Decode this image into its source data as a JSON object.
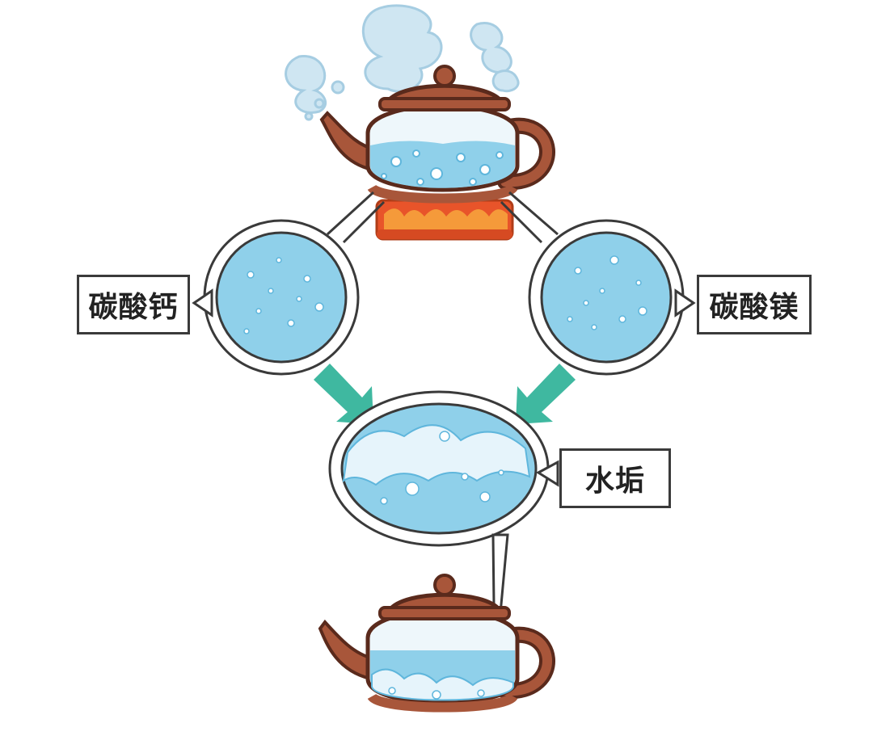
{
  "labels": {
    "calcium_carbonate": "碳酸钙",
    "magnesium_carbonate": "碳酸镁",
    "scale": "水垢"
  },
  "colors": {
    "kettle_brown": "#a8563a",
    "kettle_outline": "#5a2a1c",
    "water_blue": "#8fd0ea",
    "water_dark": "#5fb6dc",
    "steam": "#cfe6f2",
    "steam_outline": "#a6cde2",
    "flame_red": "#e8542a",
    "flame_orange": "#f59a3a",
    "arrow_teal": "#3fb8a0",
    "scale_white": "#ffffff",
    "outline": "#3a3a3a"
  },
  "icons": {
    "top": "boiling-kettle-icon",
    "bottom": "scaled-kettle-icon",
    "flame": "flame-icon",
    "steam": "steam-icon"
  }
}
